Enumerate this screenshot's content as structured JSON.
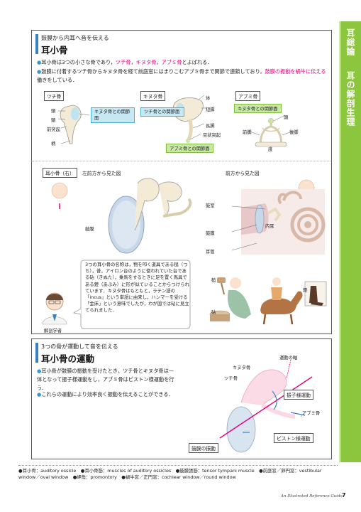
{
  "side_tab": {
    "chapter": "耳総論",
    "subtitle": "耳の解剖生理"
  },
  "section1": {
    "subtitle": "鼓膜から内耳へ音を伝える",
    "title": "耳小骨",
    "bullets": [
      {
        "parts": [
          "耳小骨は3つの小さな骨であり，",
          "ツチ骨",
          "，",
          "キヌタ骨",
          "，",
          "アブミ骨",
          "とよばれる．"
        ]
      },
      {
        "parts": [
          "鼓膜に付着するツチ骨からキヌタ骨を経て前庭窓にはまりこむアブミ骨まで関節で連鎖しており，",
          "鼓膜の振動を蝸牛に伝える",
          "働きをしている．"
        ]
      }
    ],
    "bones": {
      "malleus": {
        "label": "ツチ骨",
        "parts": [
          "頭",
          "頸",
          "前突起",
          "柄"
        ],
        "joint": "キヌタ骨との関節面"
      },
      "incus": {
        "label": "キヌタ骨",
        "parts": [
          "体",
          "短脚",
          "長脚",
          "豆状突起"
        ],
        "joint": "ツチ骨との関節面",
        "stapes_joint": "アブミ骨との関節面"
      },
      "stapes": {
        "label": "アブミ骨",
        "joint": "キヌタ骨との関節面",
        "parts": [
          "頭",
          "前脚",
          "後脚",
          "底"
        ]
      }
    },
    "views": {
      "right_tag": "耳小骨（右）",
      "left_view": "左前方から見た図",
      "front_view": "前方から見た図",
      "eardrum": "鼓膜",
      "tympanic_cavity": "鼓室",
      "inner_ear": "内耳",
      "eardrum2": "鼓膜",
      "ear_canal": "耳管"
    },
    "story": "3つの耳小骨の名称は，物を叩く道具である槌（つち），昔，アイロン台のように使われていた台である砧（きぬた），乗馬をするときに足を置く馬具である鐙（あぶみ）に形が似ていることからつけられています．キヌタ骨はもともと，ラテン語の「incus」という単語に由来し，ハンマーを受ける「金床」という意味でしたが，わが国では砧に見立てられました．",
    "story_labels": {
      "hammer": "槌",
      "anvil": "砧",
      "stirrup": "鐙"
    },
    "anatomist": "解剖学者"
  },
  "section2": {
    "subtitle": "3つの骨が運動して音を伝える",
    "title": "耳小骨の運動",
    "bullets": [
      "耳小骨が鼓膜の振動を受けたとき，ツチ骨とキヌタ骨は一体となって振子様運動をし，アブミ骨はピストン様運動を行う．",
      "これらの運動により効率良く振動を伝えることができる．"
    ],
    "labels": {
      "axis": "運動の軸",
      "incus": "キヌタ骨",
      "malleus": "ツチ骨",
      "pendulum": "振子様運動",
      "stapes": "アブミ骨",
      "piston": "ピストン様運動",
      "eardrum_vib": "鼓膜の振動"
    }
  },
  "footer": "●耳小骨：auditory ossicle　●耳小骨筋：muscles of auditory ossicles　●鼓膜張筋：tensor tympani muscle　●前庭窓／卵円窓：vestibular window／oval window　●岬角：promontory　●蝸牛窓／正円窓：cochlear window／round window",
  "guide": "An Illustrated Reference Guide",
  "page_number": "7",
  "colors": {
    "accent": "#8cc63f",
    "bone": "#f3ebd6",
    "highlight": "#e4007f",
    "blue": "#3a7fc1",
    "joint_box": "#c6e8f3"
  }
}
